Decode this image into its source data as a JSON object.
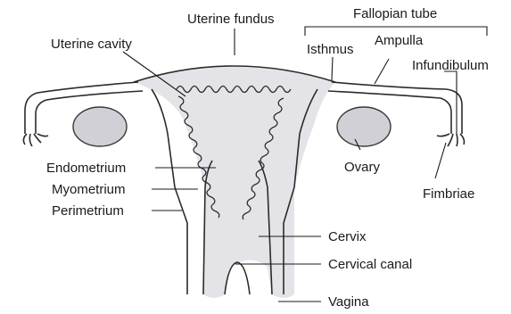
{
  "diagram": {
    "labels": {
      "uterine_fundus": "Uterine fundus",
      "fallopian_tube": "Fallopian tube",
      "uterine_cavity": "Uterine cavity",
      "isthmus": "Isthmus",
      "ampulla": "Ampulla",
      "infundibulum": "Infundibulum",
      "endometrium": "Endometrium",
      "myometrium": "Myometrium",
      "perimetrium": "Perimetrium",
      "ovary": "Ovary",
      "fimbriae": "Fimbriae",
      "cervix": "Cervix",
      "cervical_canal": "Cervical canal",
      "vagina": "Vagina"
    }
  }
}
